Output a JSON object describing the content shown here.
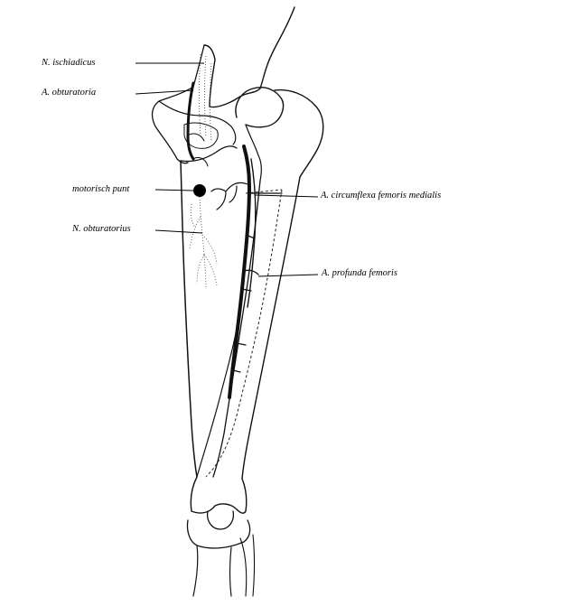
{
  "labels": {
    "n_ischiadicus": "N. ischiadicus",
    "a_obturatoria": "A. obturatoria",
    "motorisch_punt": "motorisch punt",
    "n_obturatorius": "N. obturatorius",
    "a_circumflexa": "A. circumflexa femoris medialis",
    "a_profunda": "A. profunda femoris"
  },
  "colors": {
    "ink": "#111111",
    "background": "#ffffff"
  }
}
